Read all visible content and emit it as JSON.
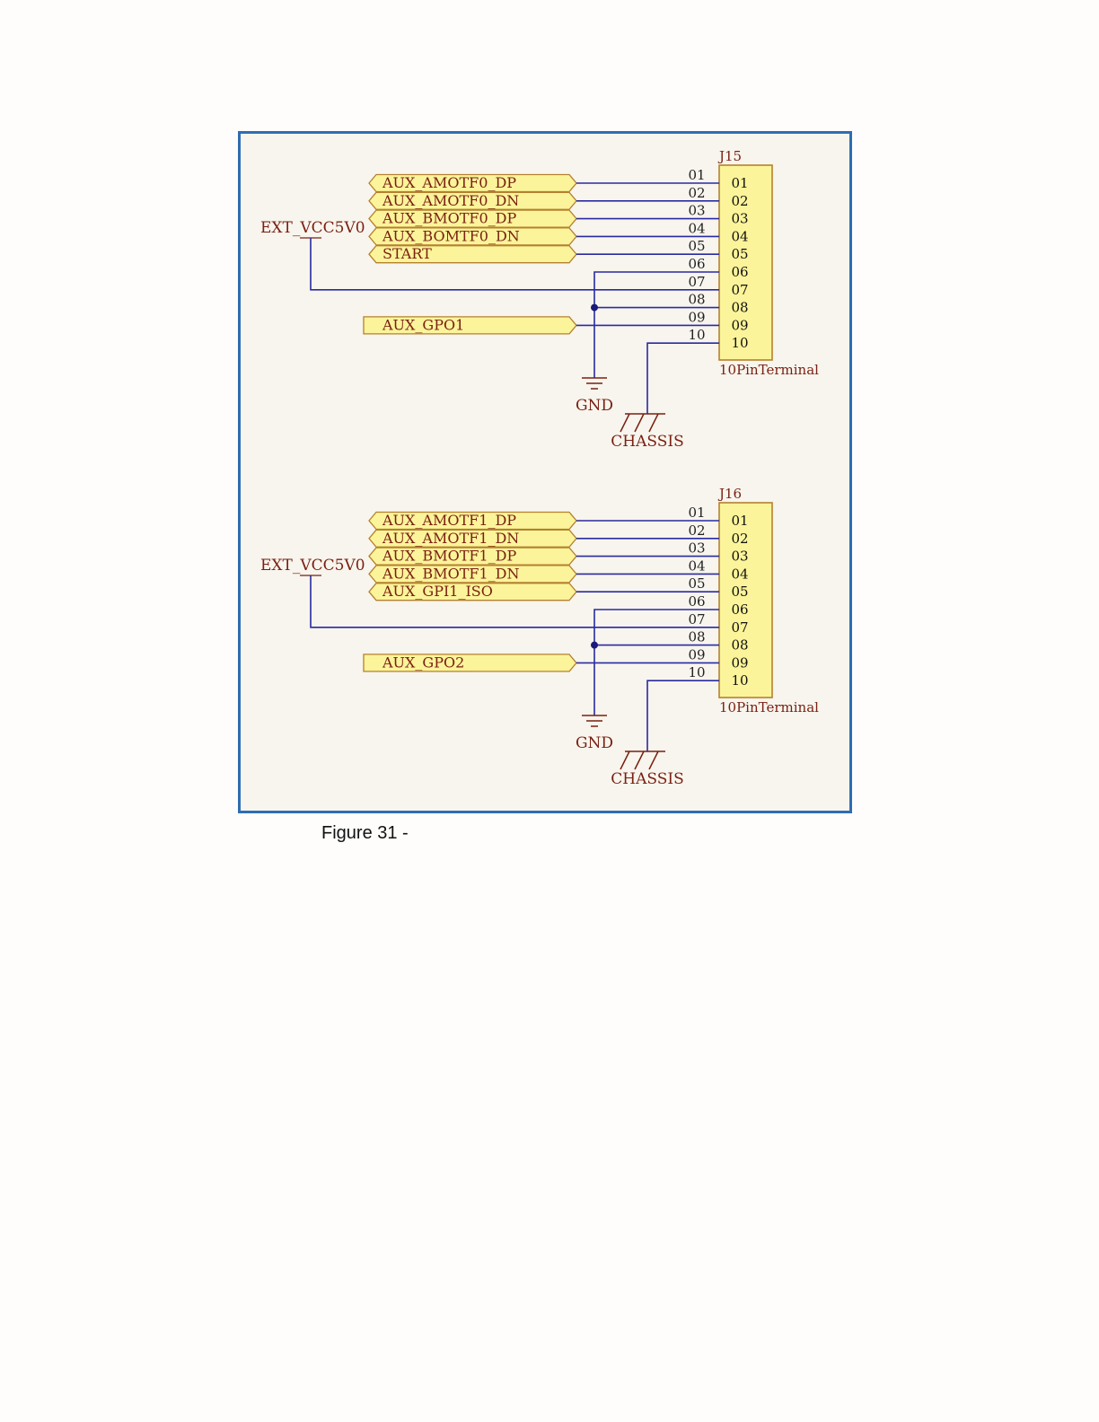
{
  "caption": "Figure 31 -",
  "colors": {
    "frame": "#2f6db3",
    "wire": "#2a2aa0",
    "schematic_text": "#7a1f12",
    "port_fill": "#fbf49a",
    "port_stroke": "#b5802e",
    "connector_fill": "#fbf49a",
    "connector_stroke": "#b5802e",
    "junction": "#1a1a7a"
  },
  "connectors": [
    {
      "ref": "J15",
      "type_label": "10PinTerminal",
      "pins": [
        "01",
        "02",
        "03",
        "04",
        "05",
        "06",
        "07",
        "08",
        "09",
        "10"
      ],
      "power_label": "EXT_VCC5V0",
      "ports": [
        "AUX_AMOTF0_DP",
        "AUX_AMOTF0_DN",
        "AUX_BMOTF0_DP",
        "AUX_BOMTF0_DN",
        "START"
      ],
      "output_port": "AUX_GPO1",
      "gnd_label": "GND",
      "chassis_label": "CHASSIS"
    },
    {
      "ref": "J16",
      "type_label": "10PinTerminal",
      "pins": [
        "01",
        "02",
        "03",
        "04",
        "05",
        "06",
        "07",
        "08",
        "09",
        "10"
      ],
      "power_label": "EXT_VCC5V0",
      "ports": [
        "AUX_AMOTF1_DP",
        "AUX_AMOTF1_DN",
        "AUX_BMOTF1_DP",
        "AUX_BMOTF1_DN",
        "AUX_GPI1_ISO"
      ],
      "output_port": "AUX_GPO2",
      "gnd_label": "GND",
      "chassis_label": "CHASSIS"
    }
  ]
}
